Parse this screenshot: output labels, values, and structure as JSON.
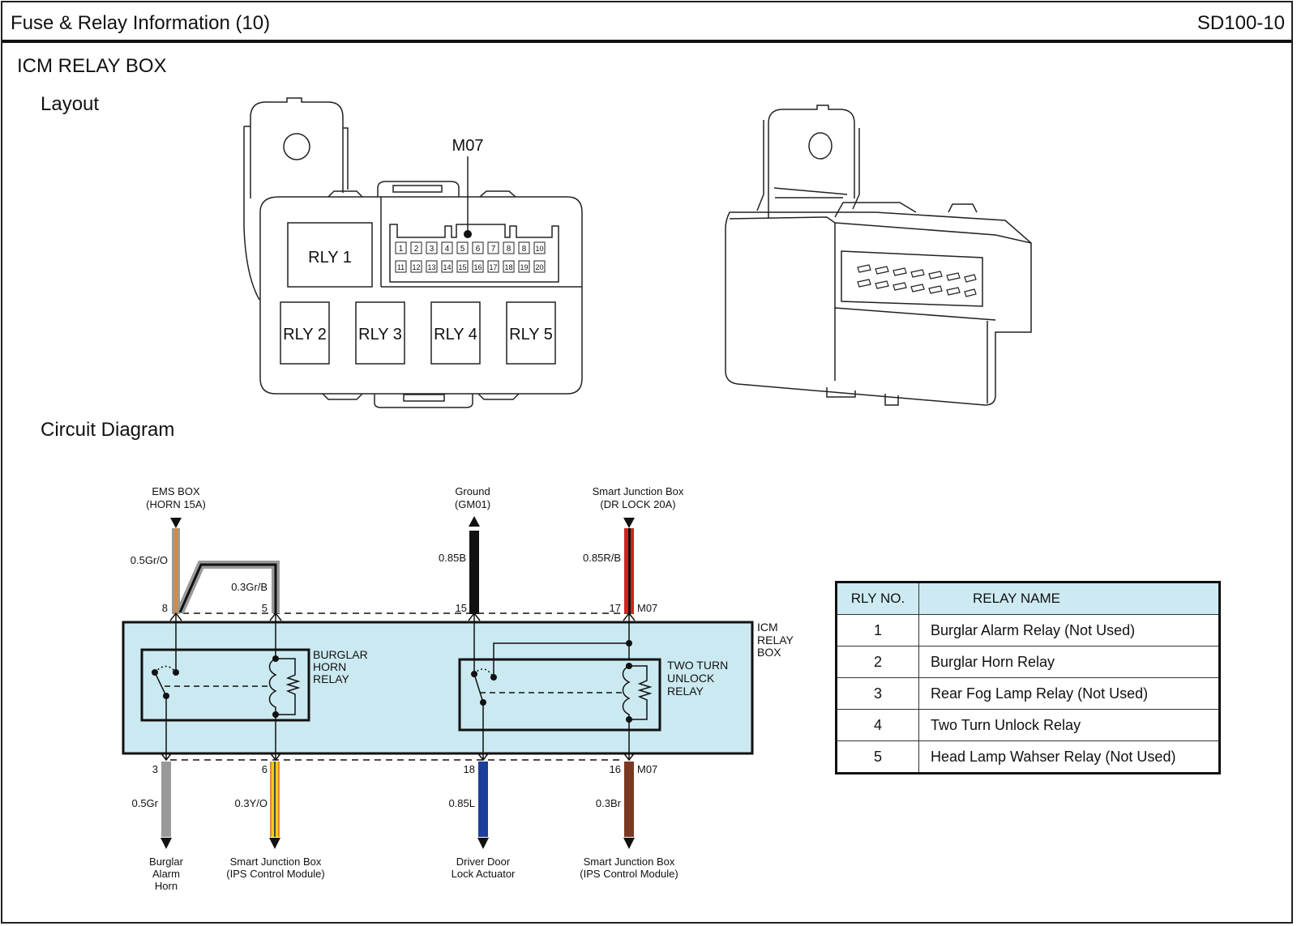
{
  "header": {
    "title": "Fuse & Relay Information (10)",
    "code": "SD100-10"
  },
  "section_title": "ICM RELAY BOX",
  "layout": {
    "heading": "Layout",
    "connector_label": "M07",
    "connector_pins_row1": [
      "1",
      "2",
      "3",
      "4",
      "5",
      "6",
      "7",
      "8",
      "8",
      "10"
    ],
    "connector_pins_row2": [
      "11",
      "12",
      "13",
      "14",
      "15",
      "16",
      "17",
      "18",
      "19",
      "20"
    ],
    "relays": [
      "RLY 1",
      "RLY 2",
      "RLY 3",
      "RLY 4",
      "RLY 5"
    ]
  },
  "circuit": {
    "heading": "Circuit Diagram",
    "module_label": [
      "ICM",
      "RELAY",
      "BOX"
    ],
    "relay_labels": {
      "burglar_horn": [
        "BURGLAR",
        "HORN",
        "RELAY"
      ],
      "two_turn": [
        "TWO TURN",
        "UNLOCK",
        "RELAY"
      ]
    },
    "top_wires": [
      {
        "source": [
          "EMS BOX",
          "(HORN 15A)"
        ],
        "wire": "0.5Gr/O",
        "pin": "8",
        "colors": [
          "#9a9a9a",
          "#d98a3a"
        ]
      },
      {
        "source": [],
        "wire": "0.3Gr/B",
        "pin": "5",
        "colors": [
          "#9a9a9a",
          "#111111"
        ]
      },
      {
        "source": [
          "Ground",
          "(GM01)"
        ],
        "wire": "0.85B",
        "pin": "15",
        "colors": [
          "#111111"
        ]
      },
      {
        "source": [
          "Smart Junction Box",
          "(DR LOCK 20A)"
        ],
        "wire": "0.85R/B",
        "pin": "17",
        "connector": "M07",
        "colors": [
          "#d42020",
          "#111111"
        ]
      }
    ],
    "bottom_wires": [
      {
        "dest": [
          "Burglar",
          "Alarm",
          "Horn"
        ],
        "wire": "0.5Gr",
        "pin": "3",
        "colors": [
          "#999999"
        ]
      },
      {
        "dest": [
          "Smart Junction Box",
          "(IPS Control Module)"
        ],
        "wire": "0.3Y/O",
        "pin": "6",
        "colors": [
          "#f3cc10",
          "#d98a3a"
        ]
      },
      {
        "dest": [
          "Driver Door",
          "Lock Actuator"
        ],
        "wire": "0.85L",
        "pin": "18",
        "colors": [
          "#1b3f9a"
        ]
      },
      {
        "dest": [
          "Smart Junction Box",
          "(IPS Control Module)"
        ],
        "wire": "0.3Br",
        "pin": "16",
        "connector": "M07",
        "colors": [
          "#7a3a22"
        ]
      }
    ]
  },
  "relay_table": {
    "headers": [
      "RLY NO.",
      "RELAY NAME"
    ],
    "rows": [
      {
        "no": "1",
        "name": "Burglar Alarm Relay (Not Used)"
      },
      {
        "no": "2",
        "name": "Burglar Horn Relay"
      },
      {
        "no": "3",
        "name": "Rear Fog Lamp Relay (Not Used)"
      },
      {
        "no": "4",
        "name": "Two Turn Unlock Relay"
      },
      {
        "no": "5",
        "name": "Head Lamp Wahser Relay (Not Used)"
      }
    ]
  }
}
